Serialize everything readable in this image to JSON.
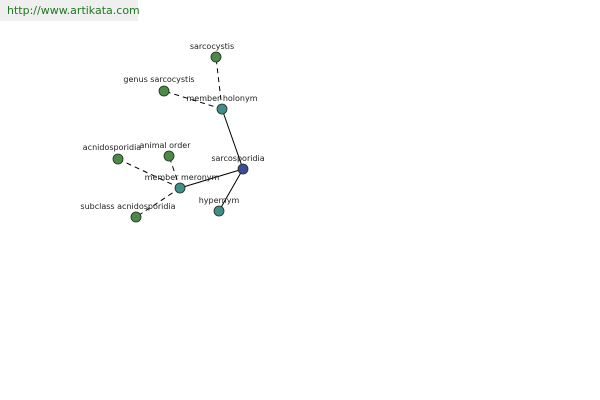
{
  "source_url": "http://www.artikata.com",
  "colors": {
    "center_node": "#3b4d96",
    "relation_node": "#3f8e8a",
    "leaf_node": "#4c8a48",
    "node_stroke": "#1f2f1f",
    "edge": "#000000"
  },
  "nodes": [
    {
      "id": "sarcosporidia",
      "label": "sarcosporidia",
      "kind": "center"
    },
    {
      "id": "member_holonym",
      "label": "member holonym",
      "kind": "relation"
    },
    {
      "id": "member_meronym",
      "label": "member meronym",
      "kind": "relation"
    },
    {
      "id": "hypernym",
      "label": "hypernym",
      "kind": "relation"
    },
    {
      "id": "sarcocystis",
      "label": "sarcocystis",
      "kind": "leaf"
    },
    {
      "id": "genus_sarcocystis",
      "label": "genus sarcocystis",
      "kind": "leaf"
    },
    {
      "id": "animal_order",
      "label": "animal order",
      "kind": "leaf"
    },
    {
      "id": "acnidosporidia",
      "label": "acnidosporidia",
      "kind": "leaf"
    },
    {
      "id": "subclass_acnidosporidia",
      "label": "subclass acnidosporidia",
      "kind": "leaf"
    }
  ],
  "edges": [
    {
      "from": "sarcosporidia",
      "to": "member_holonym",
      "style": "solid"
    },
    {
      "from": "sarcosporidia",
      "to": "member_meronym",
      "style": "solid"
    },
    {
      "from": "sarcosporidia",
      "to": "hypernym",
      "style": "solid"
    },
    {
      "from": "member_holonym",
      "to": "sarcocystis",
      "style": "dashed"
    },
    {
      "from": "member_holonym",
      "to": "genus_sarcocystis",
      "style": "dashed"
    },
    {
      "from": "member_meronym",
      "to": "animal_order",
      "style": "dashed"
    },
    {
      "from": "member_meronym",
      "to": "acnidosporidia",
      "style": "dashed"
    },
    {
      "from": "member_meronym",
      "to": "subclass_acnidosporidia",
      "style": "dashed"
    }
  ]
}
